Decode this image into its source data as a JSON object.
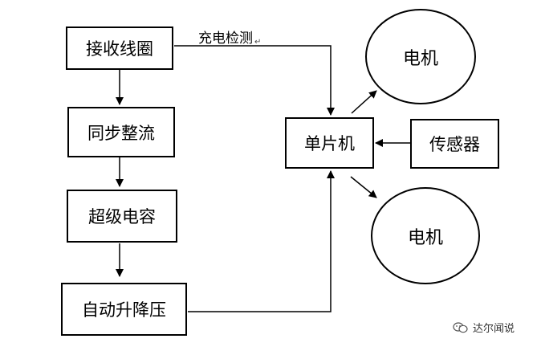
{
  "nodes": {
    "receive_coil": "接收线圈",
    "sync_rectify": "同步整流",
    "supercap": "超级电容",
    "auto_boost": "自动升降压",
    "mcu": "单片机",
    "sensor": "传感器",
    "motor_top": "电机",
    "motor_bottom": "电机"
  },
  "edge_labels": {
    "charge_detect": "充电检测",
    "return_mark": "↵"
  },
  "watermark": {
    "text": "达尔闻说",
    "icon": "wechat-icon"
  }
}
